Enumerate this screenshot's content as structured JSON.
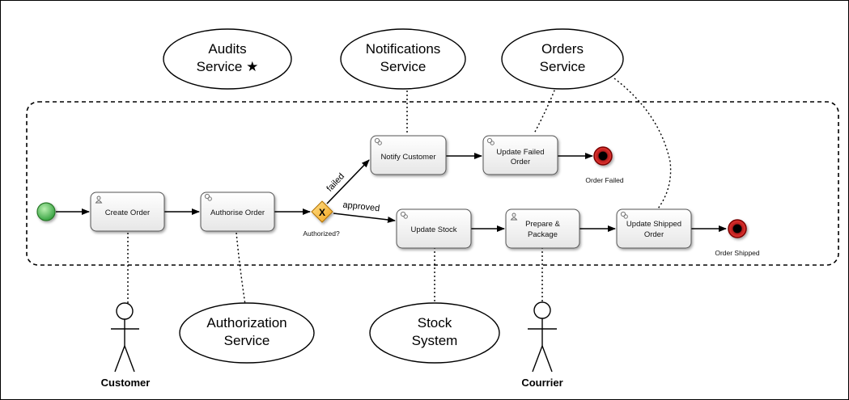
{
  "services": {
    "audits": [
      "Audits",
      "Service ★"
    ],
    "notifications": [
      "Notifications",
      "Service"
    ],
    "orders": [
      "Orders",
      "Service"
    ],
    "authorization": [
      "Authorization",
      "Service"
    ],
    "stock": [
      "Stock",
      "System"
    ]
  },
  "tasks": {
    "create_order": [
      "Create Order"
    ],
    "authorise_order": [
      "Authorise Order"
    ],
    "notify_customer": [
      "Notify Customer"
    ],
    "update_failed_order": [
      "Update Failed",
      "Order"
    ],
    "update_stock": [
      "Update Stock"
    ],
    "prepare_package": [
      "Prepare &",
      "Package"
    ],
    "update_shipped_order": [
      "Update  Shipped",
      "Order"
    ]
  },
  "gateway": {
    "label": "Authorized?",
    "symbol": "X"
  },
  "edges": {
    "failed": "failed",
    "approved": "approved"
  },
  "end_events": {
    "failed": "Order Failed",
    "shipped": "Order Shipped"
  },
  "actors": {
    "customer": "Customer",
    "courrier": "Courrier"
  },
  "colors": {
    "start_fill": "#4caf50",
    "end_fill": "#c62828",
    "gateway_fill": "#f5a623",
    "task_fill": "#f2f2f2"
  }
}
